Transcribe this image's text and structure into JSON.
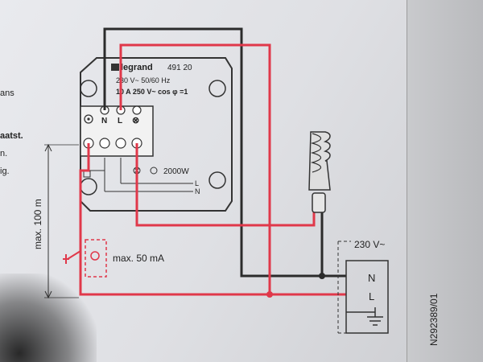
{
  "brand": "legrand",
  "part_number": "491 20",
  "spec_line1": "230 V~ 50/60 Hz",
  "spec_line2": "10 A 250 V~ cos φ =1",
  "terminal_labels": [
    "N",
    "L",
    "⊗"
  ],
  "wattage": "2000W",
  "line_L": "L",
  "line_N": "N",
  "max_distance": "max. 100 m",
  "max_current": "max. 50 mA",
  "supply_voltage": "230 V~",
  "supply_terminals": [
    "N",
    "L"
  ],
  "doc_code": "N292389/01",
  "left_fragments": [
    "ans",
    "aatst.",
    "n.",
    "ig."
  ],
  "colors": {
    "red_wire": "#e0384a",
    "black_wire": "#2b2b2b",
    "paper": "#e6e7eb"
  }
}
